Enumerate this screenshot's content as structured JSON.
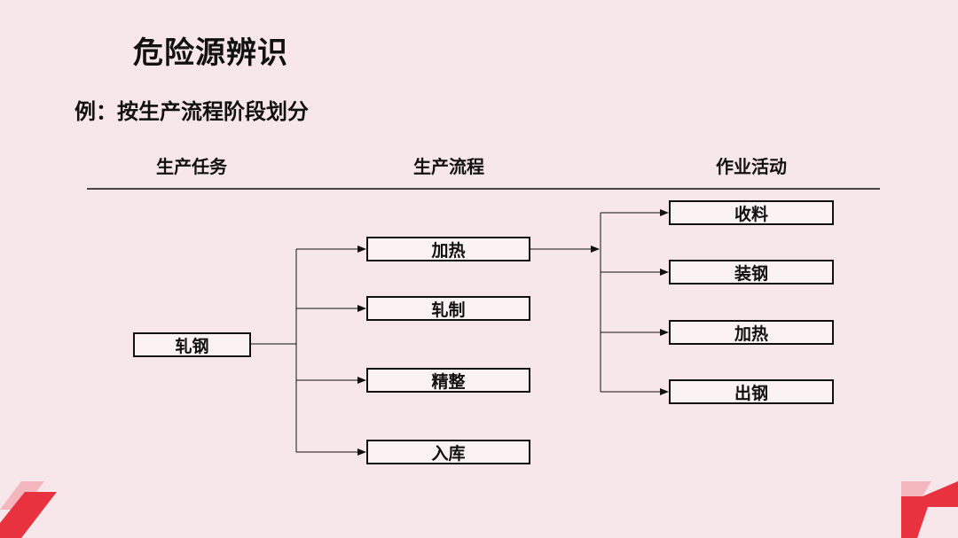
{
  "slide": {
    "title": "危险源辨识",
    "subtitle": "例：按生产流程阶段划分"
  },
  "columns": {
    "task_header": "生产任务",
    "process_header": "生产流程",
    "activity_header": "作业活动"
  },
  "diagram": {
    "task": "轧钢",
    "processes": [
      "加热",
      "轧制",
      "精整",
      "入库"
    ],
    "activities": [
      "收料",
      "装钢",
      "加热",
      "出钢"
    ]
  },
  "colors": {
    "background": "#f7e7ea",
    "decor_red": "#e8323f"
  }
}
